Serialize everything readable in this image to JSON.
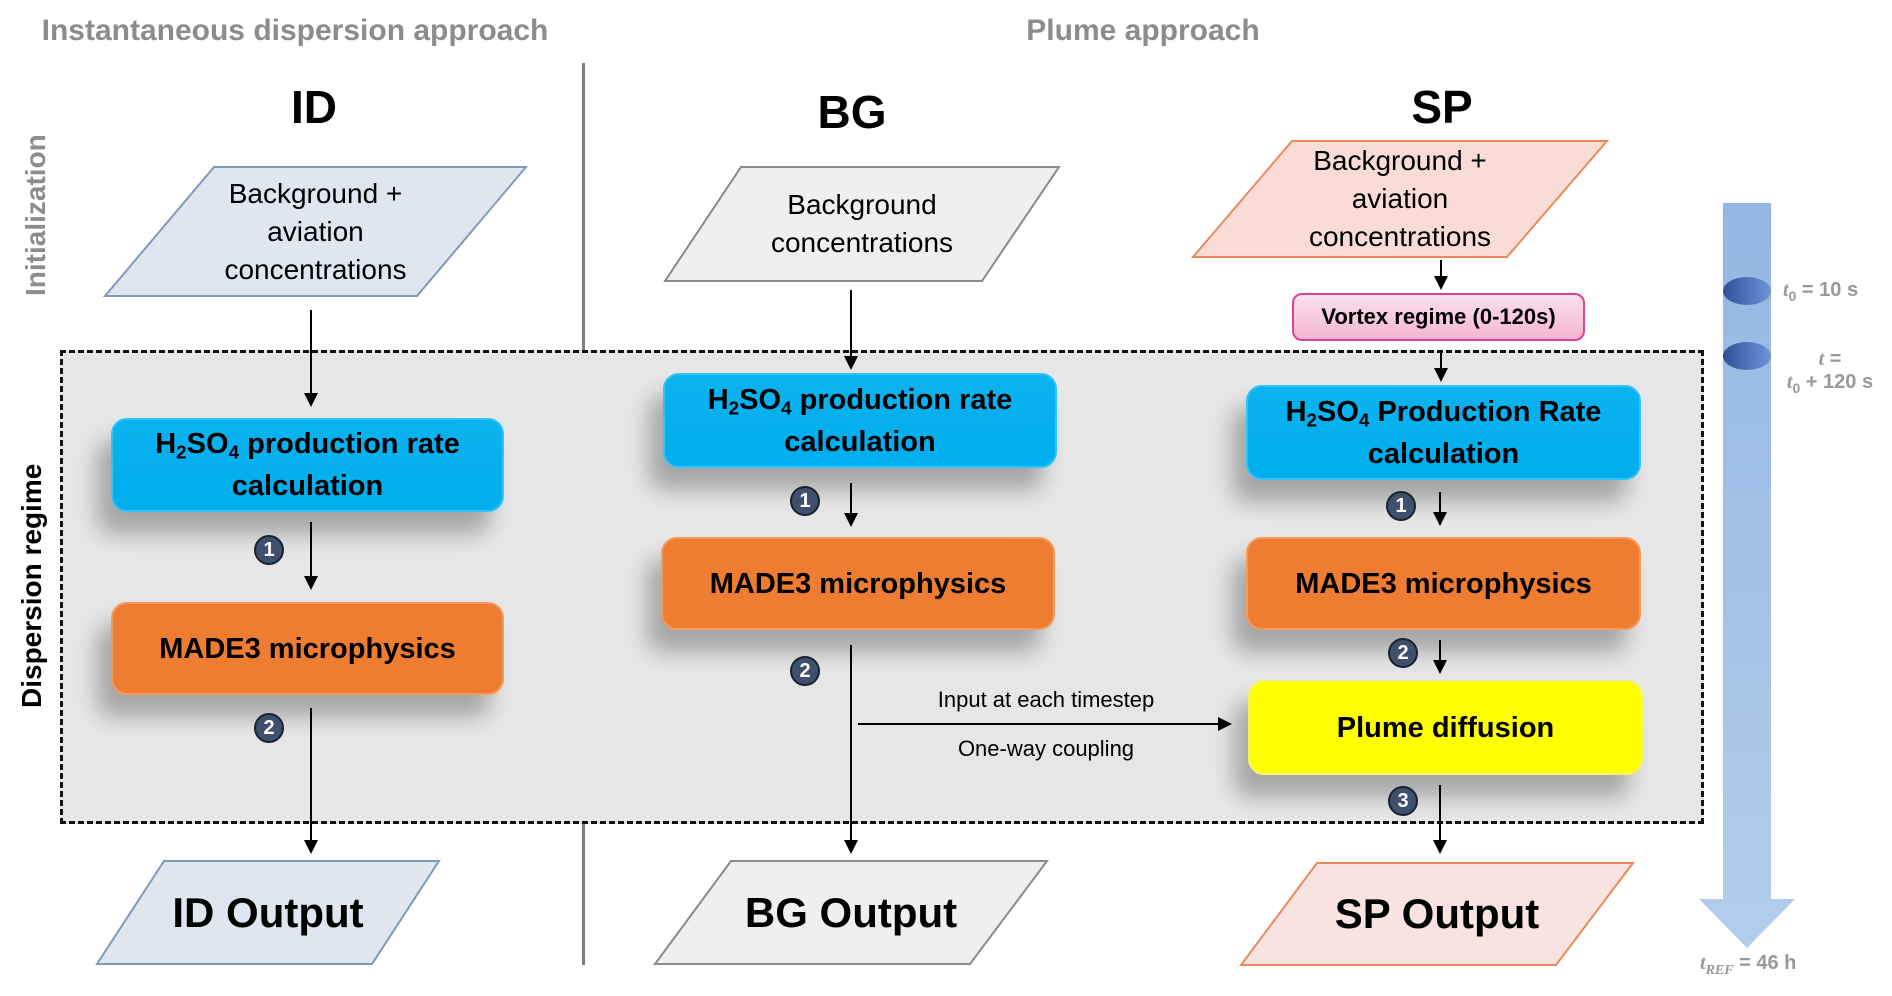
{
  "headers": {
    "left_section": "Instantaneous dispersion approach",
    "right_section": "Plume approach"
  },
  "row_labels": {
    "initialization": "Initialization",
    "dispersion": "Dispersion regime"
  },
  "columns": {
    "id": {
      "title": "ID",
      "input": [
        "Background +",
        "aviation",
        "concentrations"
      ],
      "production": {
        "prefix": "H",
        "sub1": "2",
        "mid": "SO",
        "sub2": "4",
        "rest": " production rate",
        "line2": "calculation"
      },
      "microphysics": "MADE3 microphysics",
      "output": "ID Output",
      "badges": [
        "1",
        "2"
      ]
    },
    "bg": {
      "title": "BG",
      "input": [
        "Background",
        "concentrations"
      ],
      "production": {
        "prefix": "H",
        "sub1": "2",
        "mid": "SO",
        "sub2": "4",
        "rest": " production rate",
        "line2": "calculation"
      },
      "microphysics": "MADE3 microphysics",
      "output": "BG Output",
      "badges": [
        "1",
        "2"
      ]
    },
    "sp": {
      "title": "SP",
      "input": [
        "Background +",
        "aviation",
        "concentrations"
      ],
      "vortex": "Vortex regime (0-120s)",
      "production": {
        "prefix": "H",
        "sub1": "2",
        "mid": "SO",
        "sub2": "4",
        "rest": " Production Rate",
        "line2": "calculation"
      },
      "microphysics": "MADE3 microphysics",
      "diffusion": "Plume diffusion",
      "output": "SP Output",
      "badges": [
        "1",
        "2",
        "3"
      ]
    }
  },
  "coupling": {
    "top": "Input at each timestep",
    "bottom": "One-way coupling"
  },
  "timeline": {
    "marker1": {
      "var": "t",
      "sub": "0",
      "rest": " = 10 s"
    },
    "marker2": {
      "line1_var": "t",
      "line1_rest": " =",
      "line2_var": "t",
      "line2_sub": "0",
      "line2_rest": " + 120 s"
    },
    "end": {
      "var": "t",
      "sub": "REF",
      "rest": " = 46 h"
    }
  },
  "colors": {
    "blue_box": "#00adee",
    "orange_box": "#ee7d32",
    "yellow_box": "#ffff00",
    "vortex_box": "#f4b6d3",
    "id_parallelogram": "#dfe6ef",
    "bg_parallelogram": "#efefef",
    "sp_parallelogram": "#f9dcd6",
    "timeline_arrow": "#a9c5e8",
    "dispersion_fill": "#e6e6e6",
    "badge": "#3e506c"
  }
}
